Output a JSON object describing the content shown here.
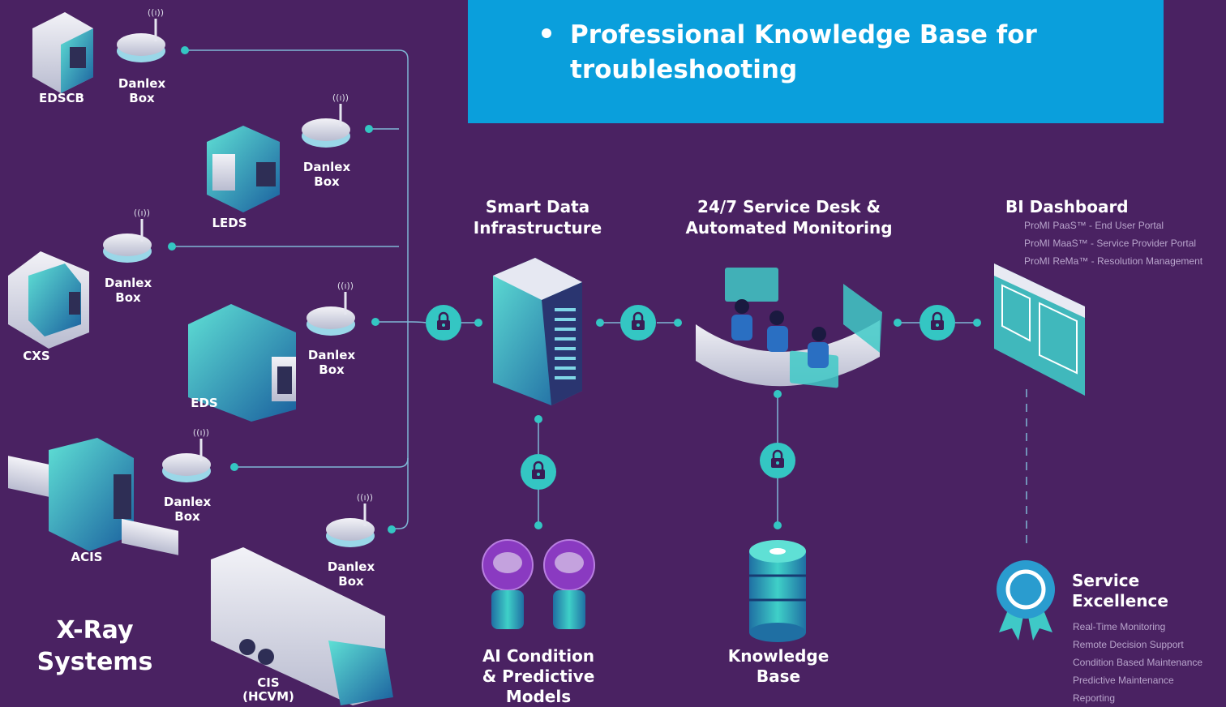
{
  "banner": {
    "text": "Professional Knowledge Base for troubleshooting"
  },
  "xray": {
    "title_line1": "X-Ray",
    "title_line2": "Systems",
    "devices": {
      "edscb": "EDSCB",
      "leds": "LEDS",
      "cxs": "CXS",
      "eds": "EDS",
      "acis": "ACIS",
      "cis_line1": "CIS",
      "cis_line2": "(HCVM)"
    },
    "box_line1": "Danlex",
    "box_line2": "Box"
  },
  "sdi": {
    "line1": "Smart Data",
    "line2": "Infrastructure"
  },
  "servicedesk": {
    "line1": "24/7 Service Desk &",
    "line2": "Automated Monitoring"
  },
  "bi": {
    "title": "BI Dashboard",
    "items": [
      "ProMI PaaS™ - End User Portal",
      "ProMI MaaS™ - Service Provider Portal",
      "ProMI ReMa™ - Resolution Management"
    ]
  },
  "ai": {
    "line1": "AI Condition",
    "line2": "& Predictive",
    "line3": "Models"
  },
  "kb": {
    "line1": "Knowledge",
    "line2": "Base"
  },
  "excellence": {
    "line1": "Service",
    "line2": "Excellence",
    "items": [
      "Real-Time Monitoring",
      "Remote Decision Support",
      "Condition Based Maintenance",
      "Predictive Maintenance",
      "Reporting"
    ]
  },
  "colors": {
    "background": "#4a2262",
    "banner": "#0a9fdc",
    "teal": "#34c6c3",
    "line": "#7fb8d6"
  },
  "icons": [
    "lock-icon",
    "router-icon",
    "server-rack-icon",
    "lightbulb-brain-icon",
    "database-icon",
    "dashboard-icon",
    "award-ribbon-icon"
  ]
}
